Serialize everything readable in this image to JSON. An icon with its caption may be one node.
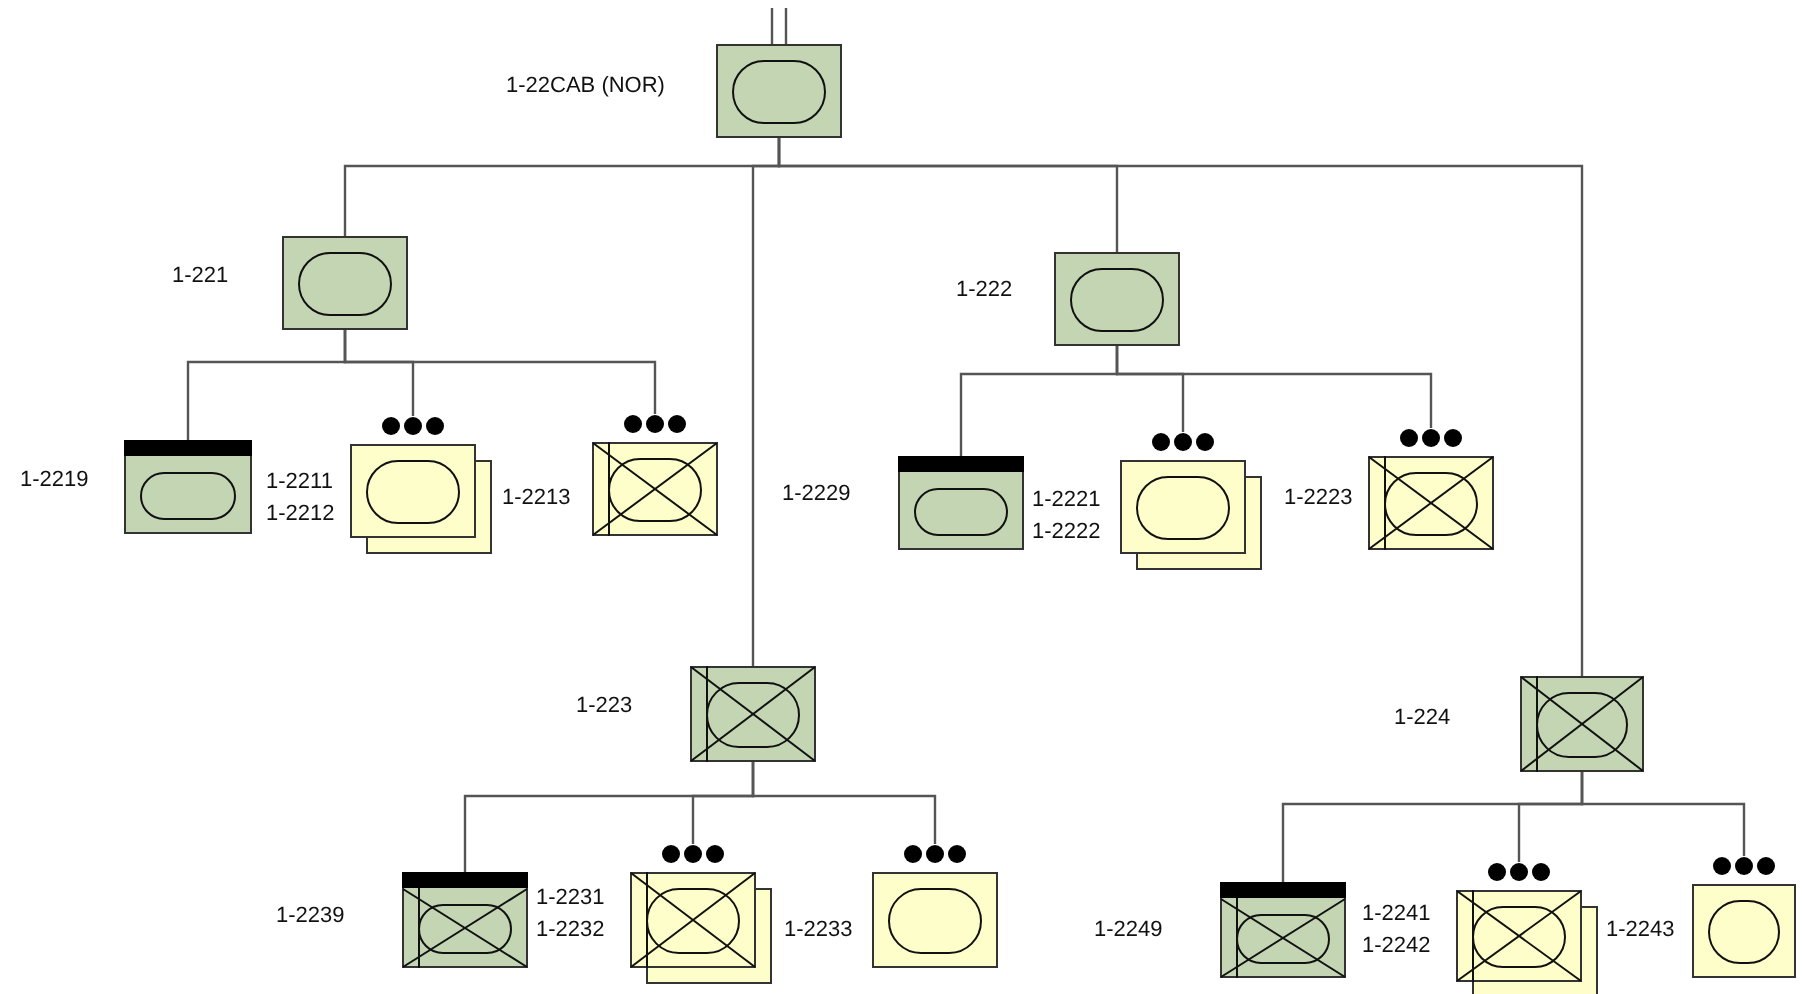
{
  "diagram": {
    "nodes": [
      {
        "text": [],
        "shape": "box",
        "beside": [
          "1-22CAB (NOR)"
        ]
      },
      {
        "text": [],
        "shape": "box",
        "beside": [
          "1-221"
        ]
      },
      {
        "text": [],
        "shape": "box",
        "beside": [
          "1-222"
        ]
      },
      {
        "text": [],
        "shape": "box",
        "beside": [
          "1-2219"
        ]
      },
      {
        "text": [],
        "shape": "box",
        "beside": [
          "1-2211",
          "1-2212"
        ]
      },
      {
        "text": [],
        "shape": "box",
        "beside": [
          "1-2213"
        ]
      },
      {
        "text": [],
        "shape": "box",
        "beside": [
          "1-2229"
        ]
      },
      {
        "text": [],
        "shape": "box",
        "beside": [
          "1-2221",
          "1-2222"
        ]
      },
      {
        "text": [],
        "shape": "box",
        "beside": [
          "1-2223"
        ]
      },
      {
        "text": [],
        "shape": "box",
        "beside": [
          "1-223"
        ]
      },
      {
        "text": [],
        "shape": "box",
        "beside": [
          "1-2239"
        ]
      },
      {
        "text": [],
        "shape": "box",
        "beside": [
          "1-2231",
          "1-2232"
        ]
      },
      {
        "text": [],
        "shape": "box",
        "beside": [
          "1-2233"
        ]
      },
      {
        "text": [],
        "shape": "box",
        "beside": [
          "1-224"
        ]
      },
      {
        "text": [],
        "shape": "box",
        "beside": [
          "1-2249"
        ]
      },
      {
        "text": [],
        "shape": "box",
        "beside": [
          "1-2241",
          "1-2242"
        ]
      },
      {
        "text": [],
        "shape": "box",
        "beside": [
          "1-2243"
        ]
      }
    ],
    "edges": [
      {
        "from": null,
        "to": 0,
        "arrow": "none"
      },
      {
        "from": 0,
        "to": 1,
        "arrow": "none"
      },
      {
        "from": 0,
        "to": 2,
        "arrow": "none"
      },
      {
        "from": 0,
        "to": 9,
        "arrow": "none"
      },
      {
        "from": 0,
        "to": 13,
        "arrow": "none"
      },
      {
        "from": 1,
        "to": 3,
        "arrow": "none"
      },
      {
        "from": 1,
        "to": 4,
        "arrow": "none"
      },
      {
        "from": 1,
        "to": 5,
        "arrow": "none"
      },
      {
        "from": 2,
        "to": 6,
        "arrow": "none"
      },
      {
        "from": 2,
        "to": 7,
        "arrow": "none"
      },
      {
        "from": 2,
        "to": 8,
        "arrow": "none"
      },
      {
        "from": 9,
        "to": 10,
        "arrow": "none"
      },
      {
        "from": 9,
        "to": 11,
        "arrow": "none"
      },
      {
        "from": 9,
        "to": 12,
        "arrow": "none"
      },
      {
        "from": 13,
        "to": 14,
        "arrow": "none"
      },
      {
        "from": 13,
        "to": 15,
        "arrow": "none"
      },
      {
        "from": 13,
        "to": 16,
        "arrow": "none"
      }
    ]
  }
}
